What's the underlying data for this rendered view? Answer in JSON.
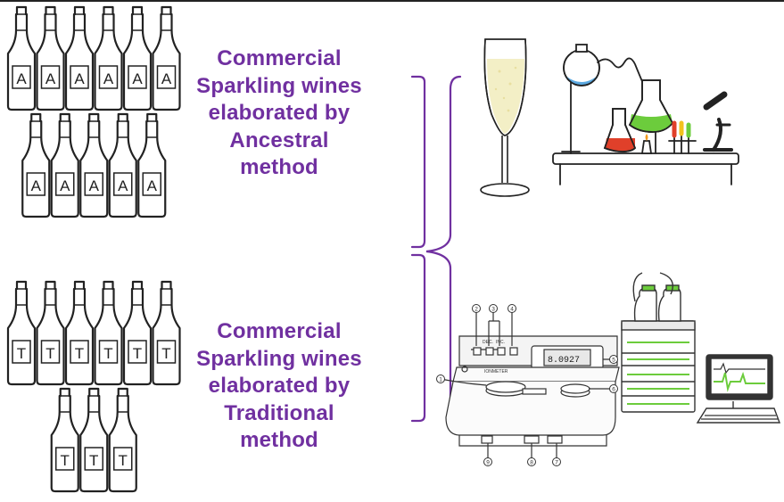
{
  "groups": {
    "ancestral": {
      "caption": [
        "Commercial",
        "Sparkling wines",
        "elaborated by",
        "Ancestral",
        "method"
      ],
      "bottle_letter": "A",
      "rows": [
        6,
        5
      ]
    },
    "traditional": {
      "caption": [
        "Commercial",
        "Sparkling wines",
        "elaborated by",
        "Traditional",
        "method"
      ],
      "bottle_letter": "T",
      "rows": [
        6,
        3
      ]
    }
  },
  "equipment": {
    "buttons": [
      "DEC.",
      "INC."
    ],
    "display": "8.0927",
    "instrument": "IONMETER",
    "callouts": [
      "1",
      "2",
      "3",
      "4",
      "5",
      "6",
      "7",
      "8",
      "9"
    ]
  },
  "colors": {
    "caption": "#7030a0",
    "brace": "#7030a0",
    "ink": "#222222",
    "wine": "#f3efc6"
  }
}
